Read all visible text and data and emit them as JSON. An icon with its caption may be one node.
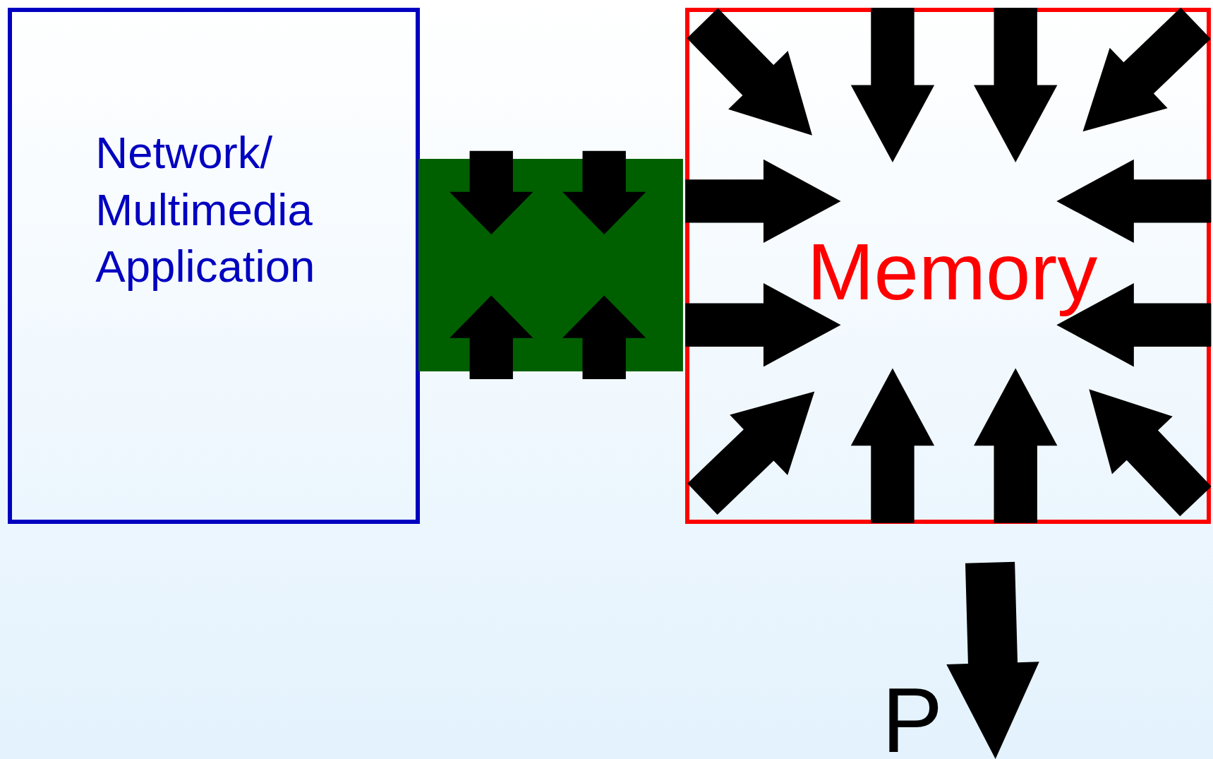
{
  "diagram": {
    "nodes": [
      {
        "text": [
          "Network/ Multimedia Application"
        ]
      },
      {
        "text": [],
        "shape": "bar"
      },
      {
        "text": [
          "Memory"
        ]
      }
    ],
    "labels": [
      "P"
    ]
  }
}
